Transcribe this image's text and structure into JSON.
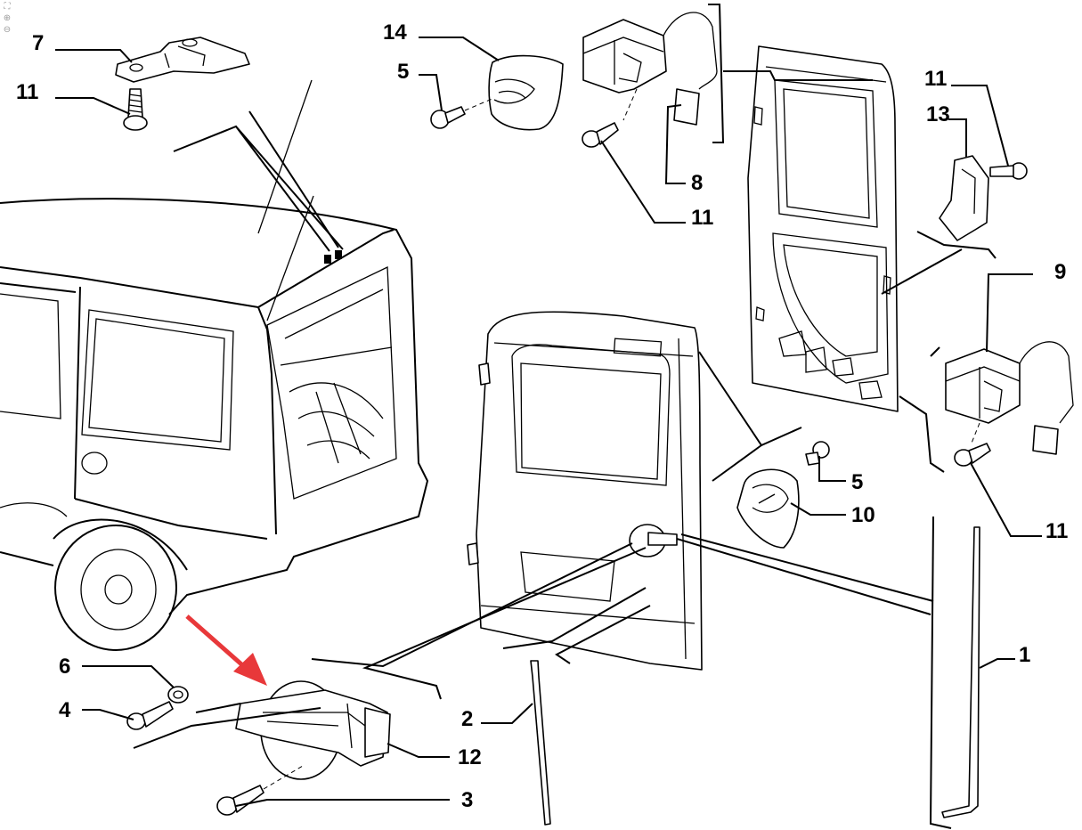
{
  "viewer": {
    "tools": [
      {
        "id": "fit",
        "icon": "fit-view-icon",
        "glyph": "⛶"
      },
      {
        "id": "zoom-in",
        "icon": "zoom-in-icon",
        "glyph": "⊕"
      },
      {
        "id": "zoom-out",
        "icon": "zoom-out-icon",
        "glyph": "⊖"
      }
    ]
  },
  "diagram": {
    "callouts": [
      {
        "id": "c7",
        "label": "7"
      },
      {
        "id": "c11a",
        "label": "11"
      },
      {
        "id": "c14",
        "label": "14"
      },
      {
        "id": "c5a",
        "label": "5"
      },
      {
        "id": "c8",
        "label": "8"
      },
      {
        "id": "c11b",
        "label": "11"
      },
      {
        "id": "c11c",
        "label": "11"
      },
      {
        "id": "c13",
        "label": "13"
      },
      {
        "id": "c9",
        "label": "9"
      },
      {
        "id": "c5b",
        "label": "5"
      },
      {
        "id": "c10",
        "label": "10"
      },
      {
        "id": "c11d",
        "label": "11"
      },
      {
        "id": "c1",
        "label": "1"
      },
      {
        "id": "c6",
        "label": "6"
      },
      {
        "id": "c4",
        "label": "4"
      },
      {
        "id": "c2",
        "label": "2"
      },
      {
        "id": "c12",
        "label": "12"
      },
      {
        "id": "c3",
        "label": "3"
      }
    ],
    "highlight_color": "#e8383a",
    "line_color": "#000000"
  }
}
